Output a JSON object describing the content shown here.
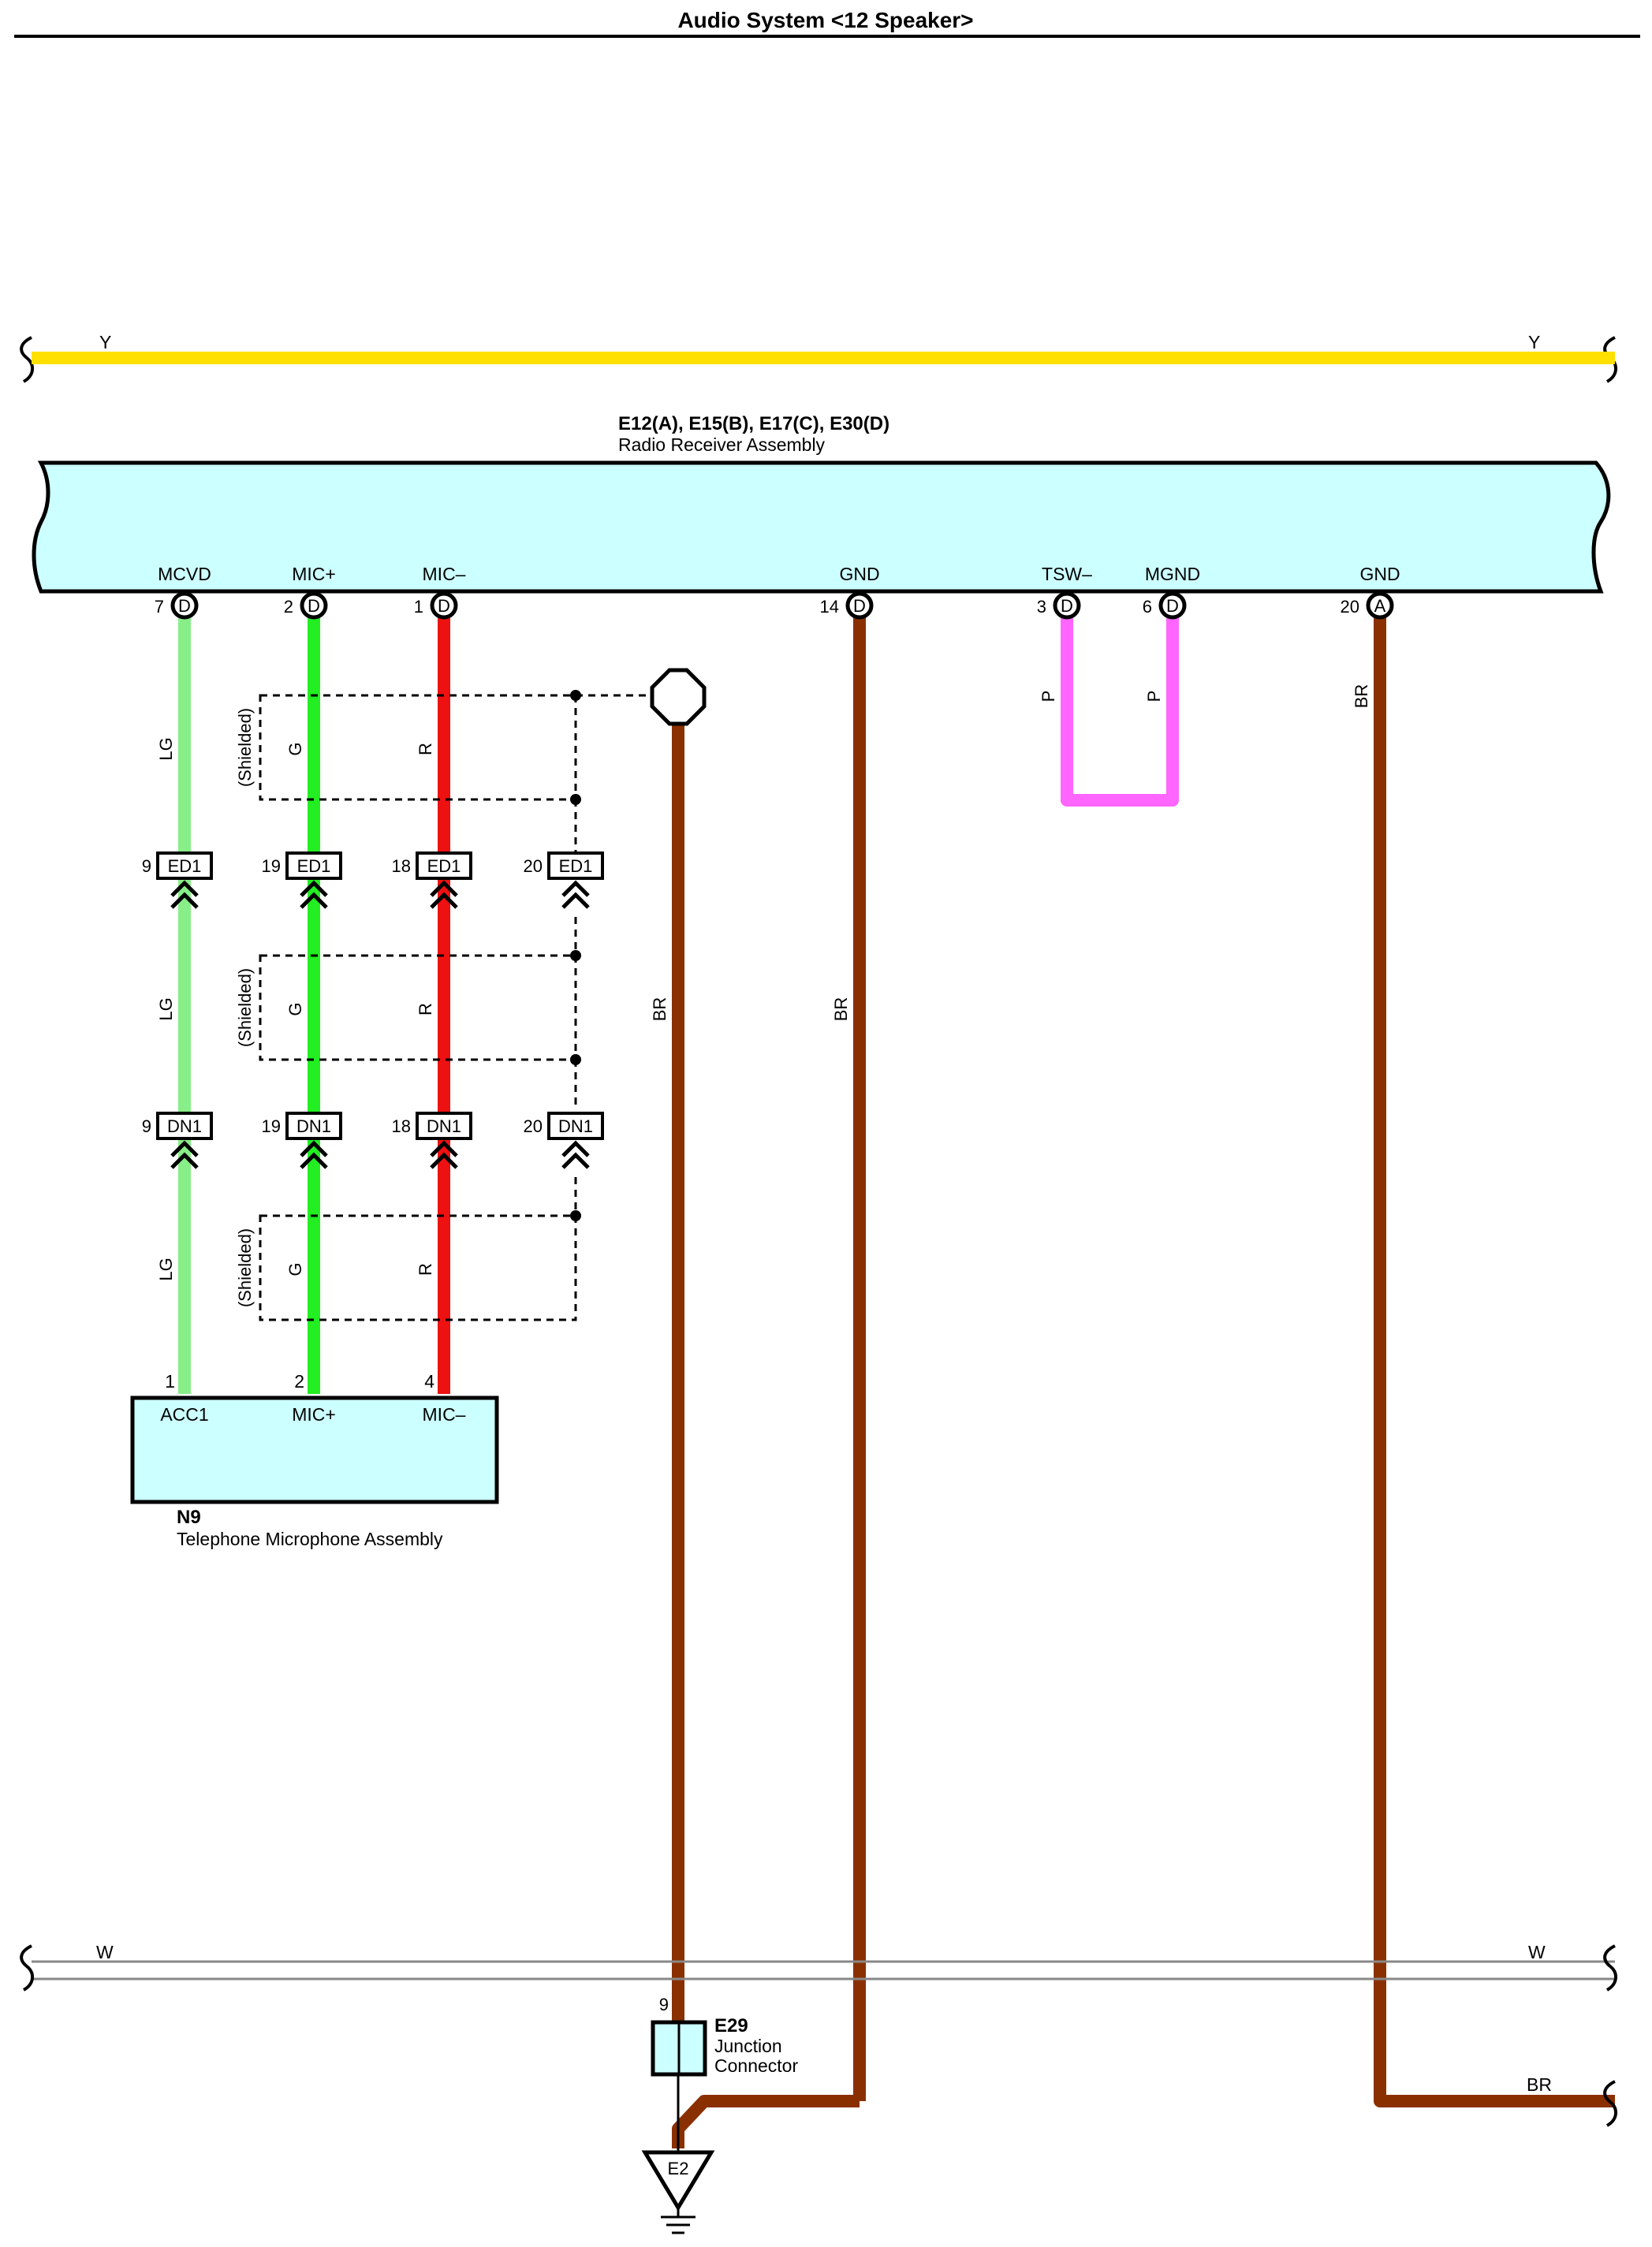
{
  "page": {
    "title": "Audio System <12 Speaker>"
  },
  "buses": {
    "top_left": "Y",
    "top_right": "Y",
    "bottom_left": "W",
    "bottom_right": "W",
    "br_right": "BR"
  },
  "radio": {
    "codes": "E12(A), E15(B), E17(C), E30(D)",
    "name": "Radio Receiver Assembly",
    "pins": [
      {
        "name": "MCVD",
        "num": "7",
        "conn": "D"
      },
      {
        "name": "MIC+",
        "num": "2",
        "conn": "D"
      },
      {
        "name": "MIC–",
        "num": "1",
        "conn": "D"
      },
      {
        "name": "GND",
        "num": "14",
        "conn": "D"
      },
      {
        "name": "TSW–",
        "num": "3",
        "conn": "D"
      },
      {
        "name": "MGND",
        "num": "6",
        "conn": "D"
      },
      {
        "name": "GND",
        "num": "20",
        "conn": "A"
      }
    ]
  },
  "wire_colors": {
    "LG": "LG",
    "G": "G",
    "R": "R",
    "P": "P",
    "BR": "BR",
    "hex": {
      "LG": "#88ee88",
      "G": "#22ee22",
      "R": "#ee1111",
      "P": "#ff66ff",
      "BR": "#8a3000",
      "Y": "#ffe000"
    }
  },
  "shielded": "(Shielded)",
  "connectors": {
    "ed1": [
      {
        "num": "9",
        "label": "ED1"
      },
      {
        "num": "19",
        "label": "ED1"
      },
      {
        "num": "18",
        "label": "ED1"
      },
      {
        "num": "20",
        "label": "ED1"
      }
    ],
    "dn1": [
      {
        "num": "9",
        "label": "DN1"
      },
      {
        "num": "19",
        "label": "DN1"
      },
      {
        "num": "18",
        "label": "DN1"
      },
      {
        "num": "20",
        "label": "DN1"
      }
    ]
  },
  "mic": {
    "code": "N9",
    "name": "Telephone Microphone Assembly",
    "pins": [
      {
        "num": "1",
        "name": "ACC1"
      },
      {
        "num": "2",
        "name": "MIC+"
      },
      {
        "num": "4",
        "name": "MIC–"
      }
    ]
  },
  "junction": {
    "pin": "9",
    "code": "E29",
    "name_line1": "Junction",
    "name_line2": "Connector"
  },
  "ground": {
    "label": "E2"
  }
}
